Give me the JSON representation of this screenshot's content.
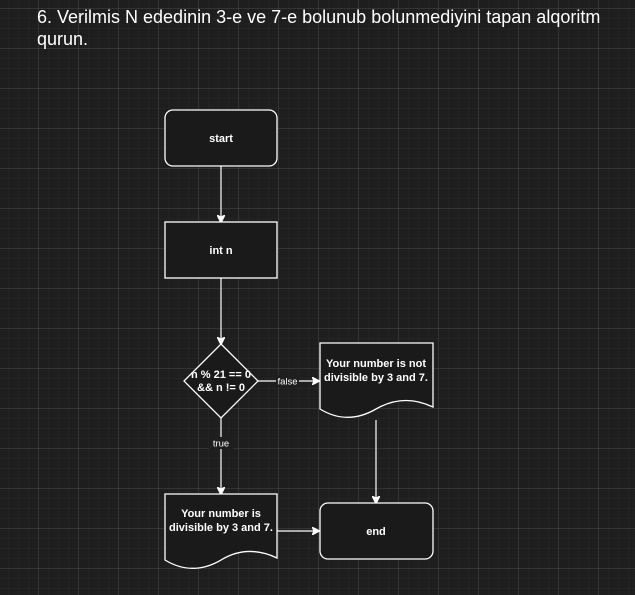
{
  "task": {
    "title": "6. Verilmis N ededinin 3-e ve 7-e bolunub bolunmediyini tapan alqoritm qurun."
  },
  "flowchart": {
    "nodes": {
      "start": {
        "text": "start"
      },
      "declare": {
        "text": "int n"
      },
      "decision": {
        "line1": "n % 21 == 0",
        "line2": "&& n != 0"
      },
      "not_divisible": {
        "line1": "Your number is not",
        "line2": "divisible by 3 and 7."
      },
      "divisible": {
        "line1": "Your number is",
        "line2": "divisible by 3 and 7."
      },
      "end": {
        "text": "end"
      }
    },
    "edges": {
      "false_label": "false",
      "true_label": "true"
    }
  },
  "colors": {
    "background": "#1e1e1e",
    "shape_fill": "#1a1a1a",
    "stroke": "#ffffff",
    "text": "#ffffff"
  }
}
